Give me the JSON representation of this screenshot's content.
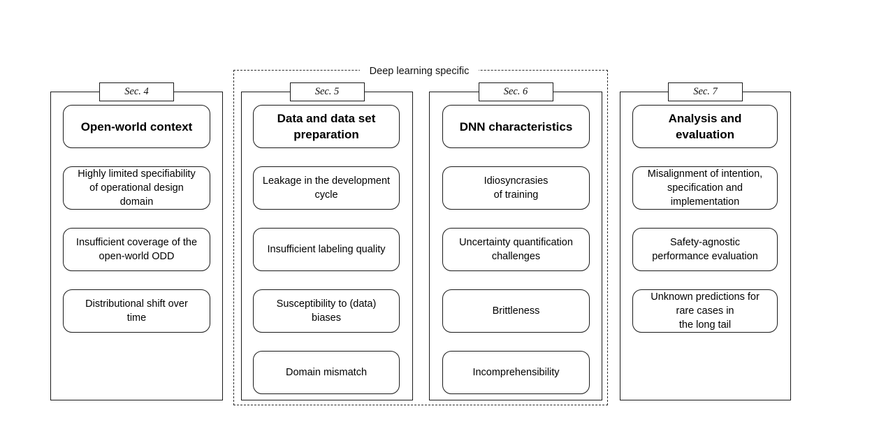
{
  "figure": {
    "group_caption": "Deep learning specific",
    "columns": [
      {
        "tab": "Sec. 4",
        "header": "Open-world context",
        "in_dashed_group": false,
        "items": [
          "Highly limited specifiability\nof operational design\ndomain",
          "Insufficient coverage of the\nopen-world ODD",
          "Distributional shift over\ntime"
        ]
      },
      {
        "tab": "Sec. 5",
        "header": "Data and data set\npreparation",
        "in_dashed_group": true,
        "items": [
          "Leakage in the development\ncycle",
          "Insufficient labeling quality",
          "Susceptibility to (data)\nbiases",
          "Domain mismatch"
        ]
      },
      {
        "tab": "Sec. 6",
        "header": "DNN characteristics",
        "in_dashed_group": true,
        "items": [
          "Idiosyncrasies\nof training",
          "Uncertainty quantification\nchallenges",
          "Brittleness",
          "Incomprehensibility"
        ]
      },
      {
        "tab": "Sec. 7",
        "header": "Analysis and\nevaluation",
        "in_dashed_group": false,
        "items": [
          "Misalignment of intention,\nspecification and\nimplementation",
          "Safety-agnostic\nperformance evaluation",
          "Unknown predictions for\nrare cases in\nthe long tail"
        ]
      }
    ]
  },
  "style": {
    "line_color": "#1a1a1a",
    "dashed_color": "#2b2b2b",
    "background": "#ffffff"
  }
}
